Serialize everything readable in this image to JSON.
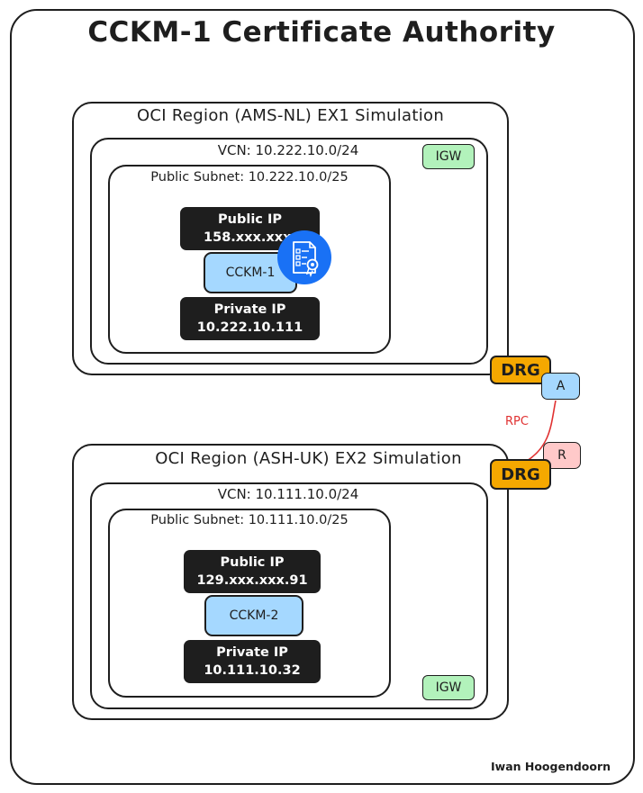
{
  "title": "CCKM-1 Certificate Authority",
  "author": "Iwan Hoogendoorn",
  "colors": {
    "node": "#a5d8ff",
    "ip_box": "#1e1e1e",
    "igw": "#b2f2bb",
    "drg": "#f5a800",
    "attachment_a": "#a5d8ff",
    "attachment_r": "#ffc9c9",
    "rpc_link": "#e03131",
    "ca_icon": "#1971f5"
  },
  "regions": [
    {
      "title": "OCI Region (AMS-NL) EX1 Simulation",
      "vcn": "VCN: 10.222.10.0/24",
      "subnet": "Public Subnet: 10.222.10.0/25",
      "public_ip_label": "Public IP",
      "public_ip": "158.xxx.xxx.",
      "node": "CCKM-1",
      "private_ip_label": "Private IP",
      "private_ip": "10.222.10.111",
      "igw": "IGW",
      "drg": "DRG",
      "attachment": "A",
      "icon": "certificate-authority-icon"
    },
    {
      "title": "OCI Region (ASH-UK) EX2 Simulation",
      "vcn": "VCN: 10.111.10.0/24",
      "subnet": "Public Subnet: 10.111.10.0/25",
      "public_ip_label": "Public IP",
      "public_ip": "129.xxx.xxx.91",
      "node": "CCKM-2",
      "private_ip_label": "Private IP",
      "private_ip": "10.111.10.32",
      "igw": "IGW",
      "drg": "DRG",
      "attachment": "R"
    }
  ],
  "rpc_label": "RPC"
}
